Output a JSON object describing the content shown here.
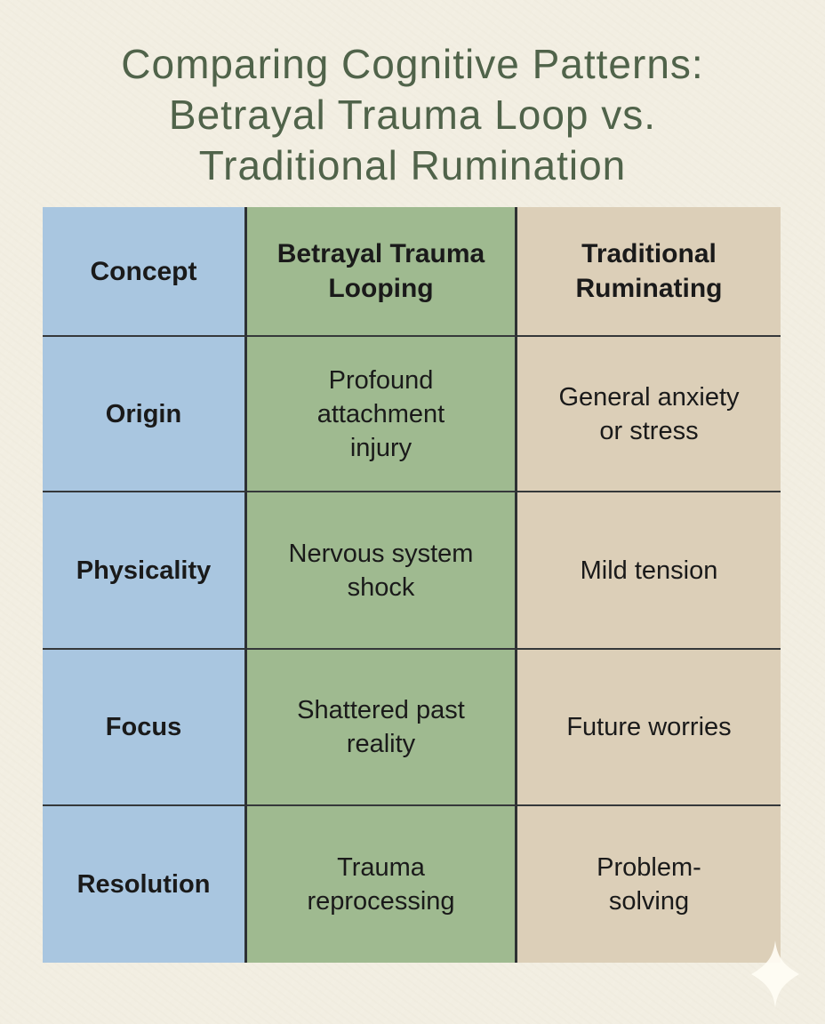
{
  "title": {
    "lines": [
      "Comparing Cognitive Patterns:",
      "Betrayal Trauma Loop vs.",
      "Traditional Rumination"
    ]
  },
  "chart_data": {
    "type": "table",
    "title": "Comparing Cognitive Patterns: Betrayal Trauma Loop vs. Traditional Rumination",
    "columns": [
      "Concept",
      "Betrayal Trauma Looping",
      "Traditional Ruminating"
    ],
    "rows": [
      [
        "Origin",
        "Profound attachment injury",
        "General anxiety or stress"
      ],
      [
        "Physicality",
        "Nervous system shock",
        "Mild tension"
      ],
      [
        "Focus",
        "Shattered past reality",
        "Future worries"
      ],
      [
        "Resolution",
        "Trauma reprocessing",
        "Problem-solving"
      ]
    ],
    "layout": {
      "legend": "none",
      "grid": "internal-borders-only",
      "column_colors": [
        "#a9c6e0",
        "#9fba90",
        "#dccfb8"
      ]
    }
  },
  "colors": {
    "background": "#f2eee2",
    "title": "#50634a",
    "column_blue": "#a9c6e0",
    "column_green": "#9fba90",
    "column_tan": "#dccfb8",
    "grid_line": "#35383a",
    "text": "#1a1a1a",
    "sparkle": "#fffdf4"
  },
  "decoration": {
    "sparkle_icon": "four-pointed-star"
  }
}
